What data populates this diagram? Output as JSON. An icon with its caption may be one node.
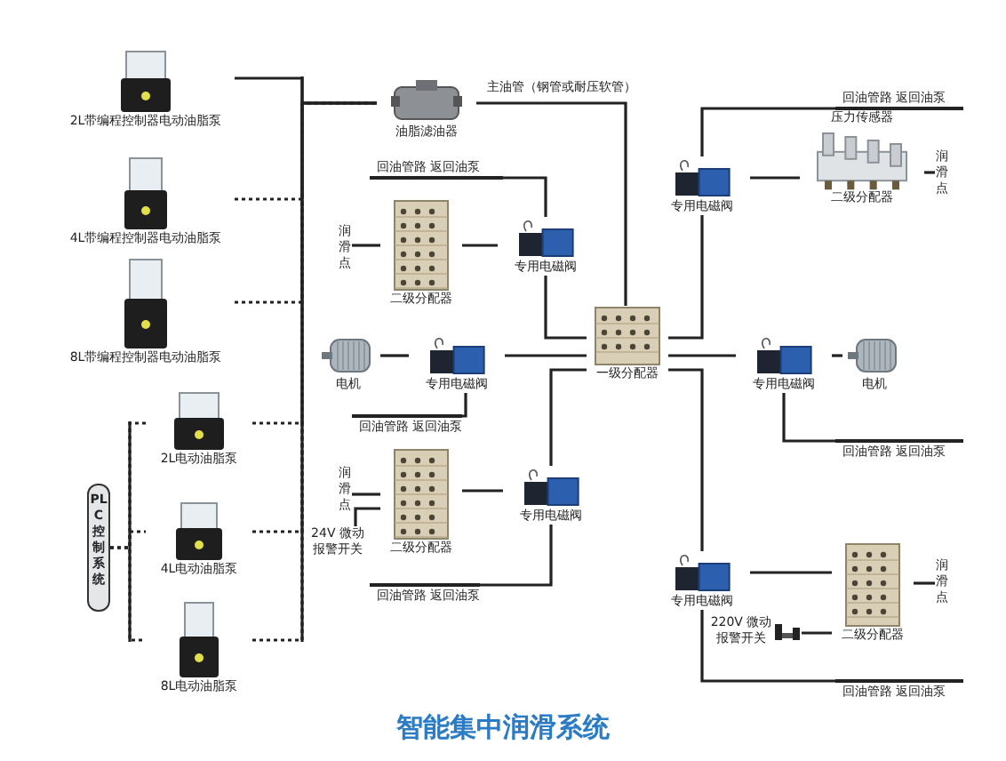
{
  "diagram": {
    "title": "智能集中润滑系统",
    "nodes": [
      {
        "text": [
          "2L带编程控制器电动油脂泵"
        ]
      },
      {
        "text": [
          "4L带编程控制器电动油脂泵"
        ]
      },
      {
        "text": [
          "8L带编程控制器电动油脂泵"
        ]
      },
      {
        "text": [
          "PLC控制系统"
        ]
      },
      {
        "text": [
          "2L电动油脂泵"
        ]
      },
      {
        "text": [
          "4L电动油脂泵"
        ]
      },
      {
        "text": [
          "8L电动油脂泵"
        ]
      },
      {
        "text": [
          "油脂滤油器"
        ]
      },
      {
        "text": [
          "一级分配器"
        ]
      },
      {
        "text": [
          "回油管路 返回油泵"
        ]
      },
      {
        "text": [
          "润滑点"
        ]
      },
      {
        "text": [
          "二级分配器"
        ]
      },
      {
        "text": [
          "专用电磁阀"
        ]
      },
      {
        "text": [
          "电机"
        ]
      },
      {
        "text": [
          "专用电磁阀"
        ]
      },
      {
        "text": [
          "回油管路 返回油泵"
        ]
      },
      {
        "text": [
          "润滑点"
        ]
      },
      {
        "text": [
          "二级分配器"
        ]
      },
      {
        "text": [
          "24V 微动报警开关"
        ]
      },
      {
        "text": [
          "专用电磁阀"
        ]
      },
      {
        "text": [
          "回油管路 返回油泵"
        ]
      },
      {
        "text": [
          "回油管路 返回油泵"
        ]
      },
      {
        "text": [
          "专用电磁阀"
        ]
      },
      {
        "text": [
          "压力传感器",
          "二级分配器"
        ]
      },
      {
        "text": [
          "润滑点"
        ]
      },
      {
        "text": [
          "专用电磁阀"
        ]
      },
      {
        "text": [
          "电机"
        ]
      },
      {
        "text": [
          "回油管路 返回油泵"
        ]
      },
      {
        "text": [
          "专用电磁阀"
        ]
      },
      {
        "text": [
          "二级分配器"
        ]
      },
      {
        "text": [
          "润滑点"
        ]
      },
      {
        "text": [
          "220V 微动报警开关"
        ]
      },
      {
        "text": [
          "回油管路 返回油泵"
        ]
      }
    ],
    "edges": [
      {
        "from": 0,
        "to": 7,
        "arrow": "none"
      },
      {
        "from": 1,
        "to": 7,
        "arrow": "none",
        "style": "dashed"
      },
      {
        "from": 2,
        "to": 7,
        "arrow": "none",
        "style": "dashed"
      },
      {
        "from": 4,
        "to": 7,
        "arrow": "none",
        "style": "dashed"
      },
      {
        "from": 5,
        "to": 7,
        "arrow": "none",
        "style": "dashed"
      },
      {
        "from": 6,
        "to": 7,
        "arrow": "none",
        "style": "dashed"
      },
      {
        "from": 3,
        "to": 4,
        "arrow": "none",
        "style": "dashed"
      },
      {
        "from": 3,
        "to": 5,
        "arrow": "none",
        "style": "dashed"
      },
      {
        "from": 3,
        "to": 6,
        "arrow": "none",
        "style": "dashed"
      },
      {
        "from": 7,
        "to": 8,
        "arrow": "none",
        "label": "主油管（钢管或耐压软管）"
      },
      {
        "from": 11,
        "to": 10,
        "arrow": "none"
      },
      {
        "from": 11,
        "to": 12,
        "arrow": "none"
      },
      {
        "from": 12,
        "to": 9,
        "arrow": "none"
      },
      {
        "from": 12,
        "to": 8,
        "arrow": "none"
      },
      {
        "from": 13,
        "to": 14,
        "arrow": "none"
      },
      {
        "from": 14,
        "to": 8,
        "arrow": "none"
      },
      {
        "from": 14,
        "to": 15,
        "arrow": "none"
      },
      {
        "from": 17,
        "to": 16,
        "arrow": "none"
      },
      {
        "from": 18,
        "to": 17,
        "arrow": "none"
      },
      {
        "from": 17,
        "to": 19,
        "arrow": "none"
      },
      {
        "from": 19,
        "to": 8,
        "arrow": "none"
      },
      {
        "from": 19,
        "to": 20,
        "arrow": "none"
      },
      {
        "from": 22,
        "to": 21,
        "arrow": "none"
      },
      {
        "from": 22,
        "to": 23,
        "arrow": "none"
      },
      {
        "from": 23,
        "to": 24,
        "arrow": "none"
      },
      {
        "from": 22,
        "to": 8,
        "arrow": "none"
      },
      {
        "from": 8,
        "to": 25,
        "arrow": "none"
      },
      {
        "from": 25,
        "to": 26,
        "arrow": "none"
      },
      {
        "from": 25,
        "to": 27,
        "arrow": "none"
      },
      {
        "from": 28,
        "to": 8,
        "arrow": "none"
      },
      {
        "from": 28,
        "to": 29,
        "arrow": "none"
      },
      {
        "from": 29,
        "to": 30,
        "arrow": "none"
      },
      {
        "from": 31,
        "to": 29,
        "arrow": "none"
      },
      {
        "from": 28,
        "to": 32,
        "arrow": "none"
      }
    ]
  }
}
